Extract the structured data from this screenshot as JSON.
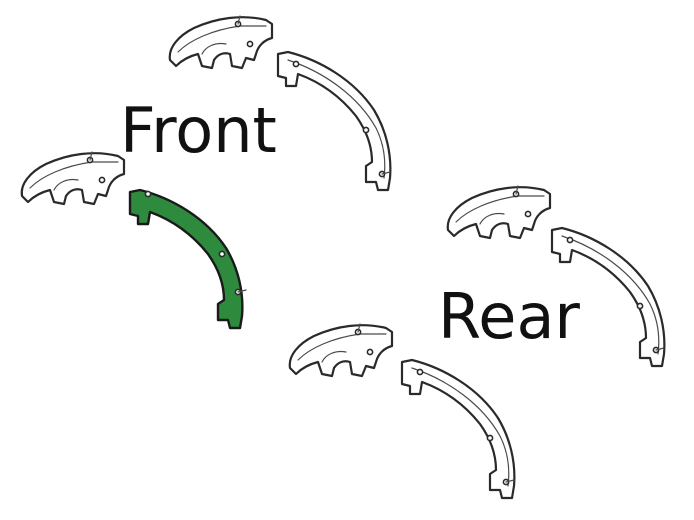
{
  "labels": {
    "front": "Front",
    "rear": "Rear"
  },
  "colors": {
    "highlight": "#2e8b3e",
    "outline": "#2a2a2a",
    "background": "#ffffff"
  },
  "highlighted_part": "front-right-trim-piece"
}
